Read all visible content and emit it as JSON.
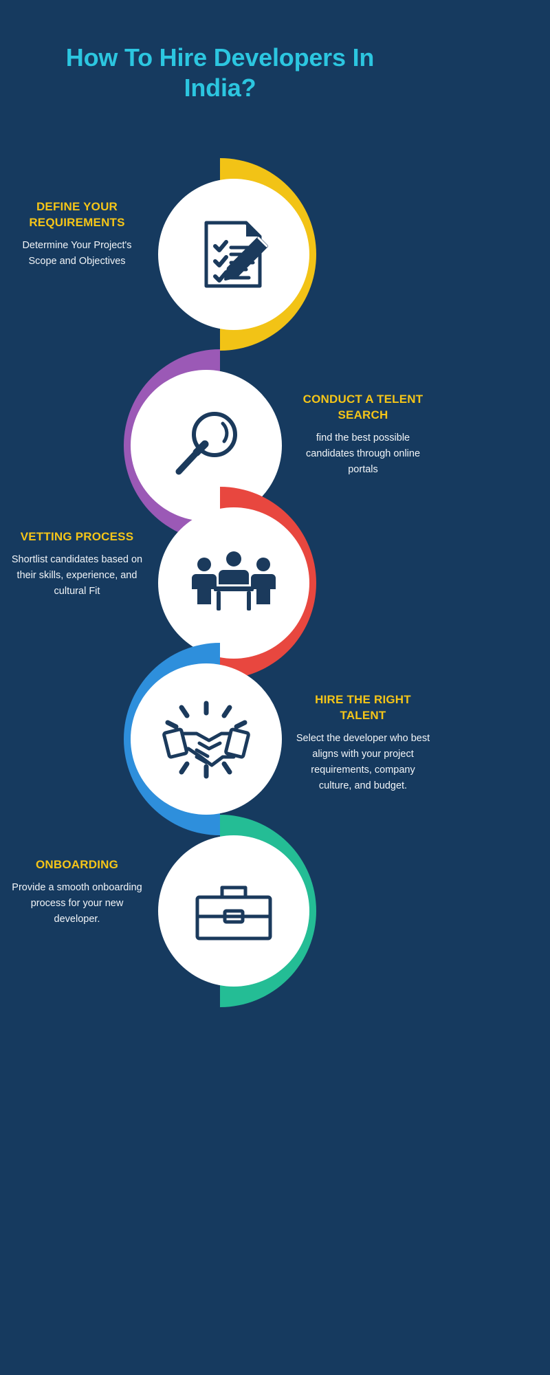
{
  "page": {
    "background_color": "#163a5f",
    "title": "How To Hire Developers In India?",
    "title_color": "#2cc6e0",
    "heading_color": "#f5c518",
    "body_color": "#f2f5f8"
  },
  "steps": [
    {
      "index": "1",
      "title": "DEFINE YOUR REQUIREMENTS",
      "description": "Determine Your Project's Scope and Objectives",
      "arc_color": "#f2c316",
      "arc_side": "right",
      "text_side": "left",
      "icon": "checklist-document-pencil-icon"
    },
    {
      "index": "2",
      "title": "CONDUCT A TELENT SEARCH",
      "description": "find the best possible candidates through online portals",
      "arc_color": "#9b59b6",
      "arc_side": "left",
      "text_side": "right",
      "icon": "magnifying-glass-icon"
    },
    {
      "index": "3",
      "title": "VETTING PROCESS",
      "description": "Shortlist candidates based on their skills, experience, and cultural Fit",
      "arc_color": "#e8473f",
      "arc_side": "right",
      "text_side": "left",
      "icon": "interview-meeting-table-icon"
    },
    {
      "index": "4",
      "title": "HIRE THE RIGHT TALENT",
      "description": "Select the developer who best aligns with your project requirements, company culture, and budget.",
      "arc_color": "#2e8fdc",
      "arc_side": "left",
      "text_side": "right",
      "icon": "handshake-icon"
    },
    {
      "index": "5",
      "title": "ONBOARDING",
      "description": "Provide a smooth onboarding process for your new developer.",
      "arc_color": "#24bd95",
      "arc_side": "right",
      "text_side": "left",
      "icon": "briefcase-icon"
    }
  ]
}
